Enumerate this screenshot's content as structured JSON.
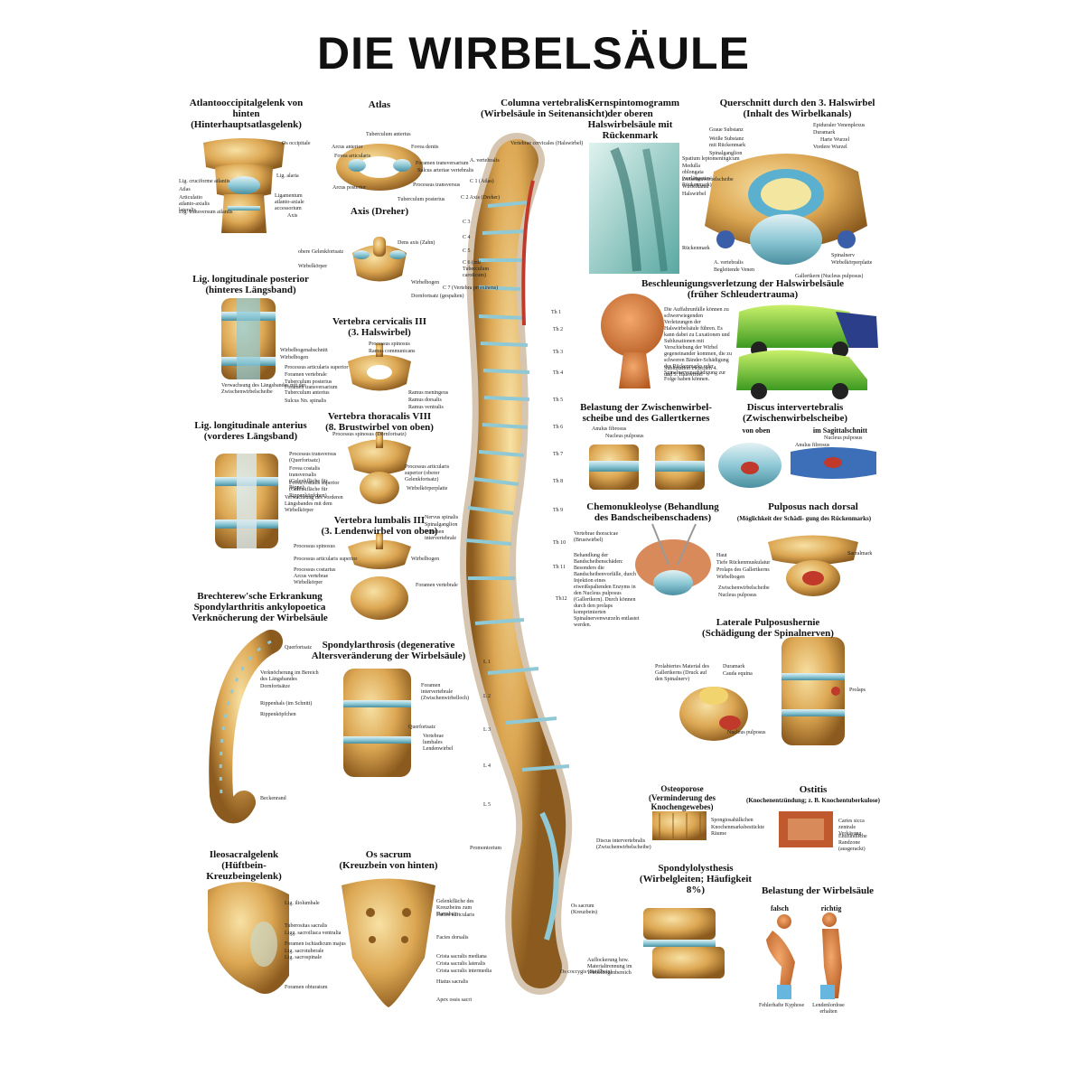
{
  "title": "DIE WIRBELSÄULE",
  "colors": {
    "bone": "#d9a74a",
    "bone_dark": "#8a5a1e",
    "disc": "#8fc9d6",
    "nerve": "#f2d46e",
    "red": "#c0392b"
  },
  "sections": {
    "atlanto": {
      "heading": "Atlantooccipitalgelenk von hinten\n(Hinterhauptsatlasgelenk)",
      "labels": [
        "Os occipitale",
        "Lig. cruciforme atlantis",
        "Atlas",
        "Articulatio atlanto-axialis lateralis",
        "Lig. transversum atlantis",
        "Lig. alaria",
        "Ligamentum atlanto-axiale accessorium",
        "Axis"
      ]
    },
    "atlas": {
      "heading": "Atlas",
      "labels": [
        "Tuberculum anterius",
        "Arcus anterior",
        "Fovea dentis",
        "Fovea articularis",
        "Foramen transversarium",
        "Sulcus arteriae vertebralis",
        "Arcus posterior",
        "Processus transversus",
        "Tuberculum posterius"
      ]
    },
    "axis": {
      "heading": "Axis (Dreher)",
      "labels": [
        "Dens axis (Zahn)",
        "obere Gelenkfortsatz",
        "Wirbelkörper",
        "Wirbelbogen",
        "Dornfortsatz (gespalten)"
      ]
    },
    "columna": {
      "heading": "Columna vertebralis\n(Wirbelsäule in Seitenansicht)",
      "labels": [
        "Vertebrae cervicales (Halswirbel)",
        "A. vertebralis",
        "C 1 (Atlas)",
        "C 2 Axis (Dreher)",
        "C 3",
        "C 4",
        "C 5",
        "C 6 (mit Tuberculum caroticum)",
        "C 7 (Vertebra prominens)",
        "Th 1",
        "Th 2",
        "Th 3",
        "Th 4",
        "Th 5",
        "Th 6",
        "Th 7",
        "Th 8",
        "Th 9",
        "Th 10",
        "Th 11",
        "Th12",
        "L 1",
        "L 2",
        "L 3",
        "L 4",
        "L 5",
        "Vertebrae thoracicae (Brustwirbel)",
        "Discus intervertebralis (Zwischenwirbelscheibe)",
        "Promontorium",
        "Os sacrum (Kreuzbein)",
        "Os coccygis (Steißbein)"
      ]
    },
    "mrt": {
      "heading": "Kernspintomogramm\nder oberen\nHalswirbelsäule mit\nRückenmark",
      "labels": [
        "Spatium leptomeningicum",
        "Medulla oblongata (verlängertes Rückenmark)",
        "Zwischenwirbelscheibe",
        "Wirbelkanal",
        "Halswirbel",
        "Rückenmark"
      ]
    },
    "querschnitt": {
      "heading": "Querschnitt durch den 3. Halswirbel\n(Inhalt des Wirbelkanals)",
      "labels": [
        "Graue Substanz",
        "Weiße Substanz mit Rückenmark",
        "Spinalganglion",
        "Epiduraler Venenplexus",
        "Duramark",
        "Harte Wurzel",
        "Vordere Wurzel",
        "A. vertebralis",
        "Begleitende Venen",
        "Spinalnerv",
        "Wirbelkörperplatte",
        "Gallertkern (Nucleus pulposus)"
      ]
    },
    "lig_post": {
      "heading": "Lig. longitudinale posterior\n(hinteres Längsband)",
      "labels": [
        "Wirbelbogenabschnitt",
        "Wirbelbogen",
        "Verwachsung des Längsbandes mit der Zwischenwirbelscheibe"
      ]
    },
    "cervicalis": {
      "heading": "Vertebra cervicalis III\n(3. Halswirbel)",
      "labels": [
        "Processus spinosus",
        "Ramus communicans",
        "Processus articularis superior",
        "Foramen vertebrale",
        "Tuberculum posterius",
        "Foramen transversarium",
        "Tuberculum anterius",
        "Sulcus Nn. spinalis",
        "Ramus meningeus",
        "Ramus dorsalis",
        "Ramus ventralis"
      ]
    },
    "lig_ant": {
      "heading": "Lig. longitudinale anterius\n(vorderes Längsband)",
      "labels": [
        "Processus transversus (Querfortsatz)",
        "Fovea costalis transversalis (Gelenkfläche für Rippe)",
        "Fovea costalis superior (Gelenkfläche für Rippenköpfchen)",
        "Processus articularis superior (oberer Gelenkfortsatz)",
        "Wirbelkörperplatte",
        "Verwachsung des vorderen Längsbandes mit dem Wirbelkörper"
      ]
    },
    "thoracis": {
      "heading": "Vertebra thoracalis VIII\n(8. Brustwirbel von oben)",
      "labels": [
        "Processus spinosus (Dornfortsatz)"
      ]
    },
    "lumbalis": {
      "heading": "Vertebra lumbalis III\n(3. Lendenwirbel von oben)",
      "labels": [
        "Nervus spinalis",
        "Spinalganglion",
        "Foramen intervertebrale",
        "Processus spinosus",
        "Processus articularis superior",
        "Wirbelbogen",
        "Processus costarius",
        "Arcus vertebrae",
        "Wirbelkörper",
        "Foramen vertebrale"
      ]
    },
    "bechterew": {
      "heading": "Brechterew'sche Erkrankung\nSpondylarthritis ankylopoetica\nVerknöcherung der Wirbelsäule",
      "labels": [
        "Querfortsatz",
        "Verknöcherung im Bereich des Längsbandes",
        "Dornfortsätze",
        "Rippenhals (im Schnitt)",
        "Rippenköpfchen",
        "Beckenrand"
      ]
    },
    "spondyl": {
      "heading": "Spondylarthrosis (degenerative\nAltersveränderung der Wirbelsäule)",
      "labels": [
        "Foramen intervertebrale (Zwischenwirbelloch)",
        "Querfortsatz",
        "Vertebrae lumbales Lendenwirbel"
      ]
    },
    "ileo": {
      "heading": "Ileosacralgelenk\n(Hüftbein- Kreuzbeingelenk)",
      "labels": [
        "Lig. iliolumbale",
        "Tuberositas sacralis",
        "Ligg. sacroiliaca ventralia",
        "Foramen ischiadicum majus",
        "Lig. sacrotuberale",
        "Lig. sacrospinale",
        "Foramen obturatum"
      ]
    },
    "sacrum": {
      "heading": "Os sacrum\n(Kreuzbein von hinten)",
      "labels": [
        "Gelenkfläche des Kreuzbeins zum Darmbein",
        "Facies auricularis",
        "Facies dorsalis",
        "Crista sacralis mediana",
        "Crista sacralis lateralis",
        "Crista sacralis intermedia",
        "Hiatus sacralis",
        "Apex ossis sacri"
      ]
    },
    "schleuder": {
      "heading": "Beschleunigungsverletzung der Halswirbelsäule\n(früher Schleudertrauma)",
      "text": "Die Auffahrunfälle können zu schwerwiegenden Verletzungen der Halswirbelsäule führen. Es kann dabei zu Luxationen und Subluxationen mit Verschiebung der Wirbel gegeneinander kommen, die zu schweren Bänder-Schädigung des Rückenmarks oder Spinalnervenschädigung zur Folge haben können.",
      "labels": [
        "Subluxation zwischen 4. und 5. Halswirbel"
      ]
    },
    "belastung": {
      "heading": "Belastung der Zwischenwirbel-\nscheibe und des Gallertkernes",
      "labels": [
        "Anulus fibrosus",
        "Nucleus pulposus"
      ]
    },
    "discus": {
      "heading": "Discus intervertebralis\n(Zwischenwirbelscheibe)",
      "sub_left": "von oben",
      "sub_right": "im Sagittalschnitt",
      "labels": [
        "Nucleus pulposus",
        "Anulus fibrosus"
      ]
    },
    "chemo": {
      "heading": "Chemonukleolyse (Behandlung\ndes Bandscheibenschadens)",
      "text": "Behandlung der Bandscheibenschäden: Besonders die Bandscheibenvorfälle, durch Injektion eines eiweißspaltenden Enzyms in den Nucleus pulposus (Gallertkern). Durch können durch den prolaps komprimierten Spinalnervenwurzeln entlastet werden.",
      "labels": [
        "Haut",
        "Tiefe Rückenmuskulatur",
        "Prolaps des Gallertkerns",
        "Wirbelbogen",
        "Zwischenwirbelscheibe",
        "Nucleus pulposus"
      ]
    },
    "pulposus": {
      "heading": "Pulposus nach dorsal",
      "sub": "(Möglichkeit der Schädi-   gung des Rückenmarks)",
      "labels": [
        "Sacralmark"
      ]
    },
    "laterale": {
      "heading": "Laterale Pulposushernie\n(Schädigung der Spinalnerven)",
      "labels": [
        "Prolabiertes Material des Gallertkerns (Druck auf den Spinalnerv)",
        "Duramark",
        "Cauda equina",
        "Nucleus pulposus",
        "Prolaps"
      ]
    },
    "osteo": {
      "heading": "Osteoporose\n(Verminderung des\nKnochengewebes)",
      "labels": [
        "Spongiosabälkchen",
        "Knochenmarksbestückte Räume"
      ]
    },
    "ostitis": {
      "heading": "Ostitis",
      "sub": "(Knochenentzündung; z. B. Knochentuberkulose)",
      "labels": [
        "Caries sicca zentrale Verkäsung",
        "Entzündliche Randzone (ausgerackt)"
      ]
    },
    "spondylo": {
      "heading": "Spondylolysthesis\n(Wirbelgleiten; Häufigkeit 8%)",
      "labels": [
        "Auflockerung bzw. Materialtrennung im Wirbelbogenbereich"
      ]
    },
    "belastung_ws": {
      "heading": "Belastung der Wirbelsäule",
      "falsch": "falsch",
      "richtig": "richtig",
      "labels": [
        "Fehlerhafte Kyphose",
        "Lendenlordose erhalten"
      ]
    }
  }
}
